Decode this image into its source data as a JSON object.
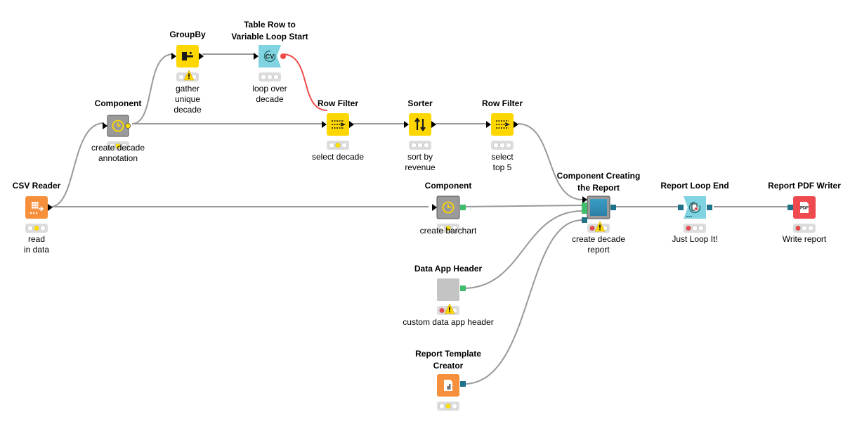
{
  "colors": {
    "source": "#f6903d",
    "manipulator": "#ffd700",
    "component": "#9a9a9a",
    "loop": "#80d3e0",
    "writer": "#ef4a4f",
    "connection": "#999999",
    "variable_connection": "#f04a4a",
    "port_data": "#000000",
    "port_table": "#20718a",
    "port_view": "#3fbc6c",
    "status_grey": "#cccccc",
    "status_yellow": "#ffe000",
    "status_red": "#e8474b",
    "warning": "#ffd700"
  },
  "nodes": [
    {
      "id": "csv_reader",
      "title": [
        "CSV Reader"
      ],
      "label": [
        "read",
        "in data"
      ],
      "kind": "source",
      "icon": "table-arrow-icon",
      "status": "configured"
    },
    {
      "id": "component_annotation",
      "title": [
        "Component"
      ],
      "label": [
        "create decade",
        "annotation"
      ],
      "kind": "component",
      "icon": "clock-icon",
      "status": "configured"
    },
    {
      "id": "groupby",
      "title": [
        "GroupBy"
      ],
      "label": [
        "gather",
        "unique",
        "decade"
      ],
      "kind": "manipulator",
      "icon": "groupby-icon",
      "status": "warning"
    },
    {
      "id": "loop_start",
      "title": [
        "Table Row to",
        "Variable Loop Start"
      ],
      "label": [
        "loop over",
        "decade"
      ],
      "kind": "loop",
      "icon": "cv-loop-icon",
      "status": "idle"
    },
    {
      "id": "row_filter_1",
      "title": [
        "Row Filter"
      ],
      "label": [
        "select decade"
      ],
      "kind": "manipulator",
      "icon": "row-filter-icon",
      "status": "configured"
    },
    {
      "id": "sorter",
      "title": [
        "Sorter"
      ],
      "label": [
        "sort by",
        "revenue"
      ],
      "kind": "manipulator",
      "icon": "sort-icon",
      "status": "idle"
    },
    {
      "id": "row_filter_2",
      "title": [
        "Row Filter"
      ],
      "label": [
        "select",
        "top 5"
      ],
      "kind": "manipulator",
      "icon": "row-filter-icon",
      "status": "idle"
    },
    {
      "id": "component_barchart",
      "title": [
        "Component"
      ],
      "label": [
        "create barchart"
      ],
      "kind": "component",
      "icon": "clock-icon",
      "status": "configured"
    },
    {
      "id": "component_report",
      "title": [
        "Component Creating",
        "the Report"
      ],
      "label": [
        "create decade",
        "report"
      ],
      "kind": "component",
      "icon": "component-icon",
      "status": "error-warning"
    },
    {
      "id": "data_app_header",
      "title": [
        "Data App Header"
      ],
      "label": [
        "custom data app header"
      ],
      "kind": "component-plain",
      "icon": "component-icon",
      "status": "error-warning"
    },
    {
      "id": "report_template",
      "title": [
        "Report Template",
        "Creator"
      ],
      "label": [],
      "kind": "source",
      "icon": "report-template-icon",
      "status": "configured"
    },
    {
      "id": "report_loop_end",
      "title": [
        "Report Loop End"
      ],
      "label": [
        "Just Loop It!"
      ],
      "kind": "loop",
      "icon": "loop-end-icon",
      "status": "error"
    },
    {
      "id": "pdf_writer",
      "title": [
        "Report PDF Writer"
      ],
      "label": [
        "Write report"
      ],
      "kind": "writer",
      "icon": "pdf-icon",
      "status": "error"
    }
  ],
  "connections": [
    {
      "from": "csv_reader",
      "to": "component_annotation",
      "type": "data"
    },
    {
      "from": "csv_reader",
      "to": "component_barchart",
      "type": "data"
    },
    {
      "from": "component_annotation",
      "to": "groupby",
      "type": "data"
    },
    {
      "from": "component_annotation",
      "to": "row_filter_1",
      "type": "data"
    },
    {
      "from": "groupby",
      "to": "loop_start",
      "type": "data"
    },
    {
      "from": "loop_start",
      "to": "row_filter_1",
      "type": "variable"
    },
    {
      "from": "row_filter_1",
      "to": "sorter",
      "type": "data"
    },
    {
      "from": "sorter",
      "to": "row_filter_2",
      "type": "data"
    },
    {
      "from": "row_filter_2",
      "to": "component_report",
      "type": "data"
    },
    {
      "from": "component_barchart",
      "to": "component_report",
      "type": "view"
    },
    {
      "from": "data_app_header",
      "to": "component_report",
      "type": "view"
    },
    {
      "from": "report_template",
      "to": "component_report",
      "type": "table"
    },
    {
      "from": "component_report",
      "to": "report_loop_end",
      "type": "table"
    },
    {
      "from": "report_loop_end",
      "to": "pdf_writer",
      "type": "table"
    }
  ]
}
